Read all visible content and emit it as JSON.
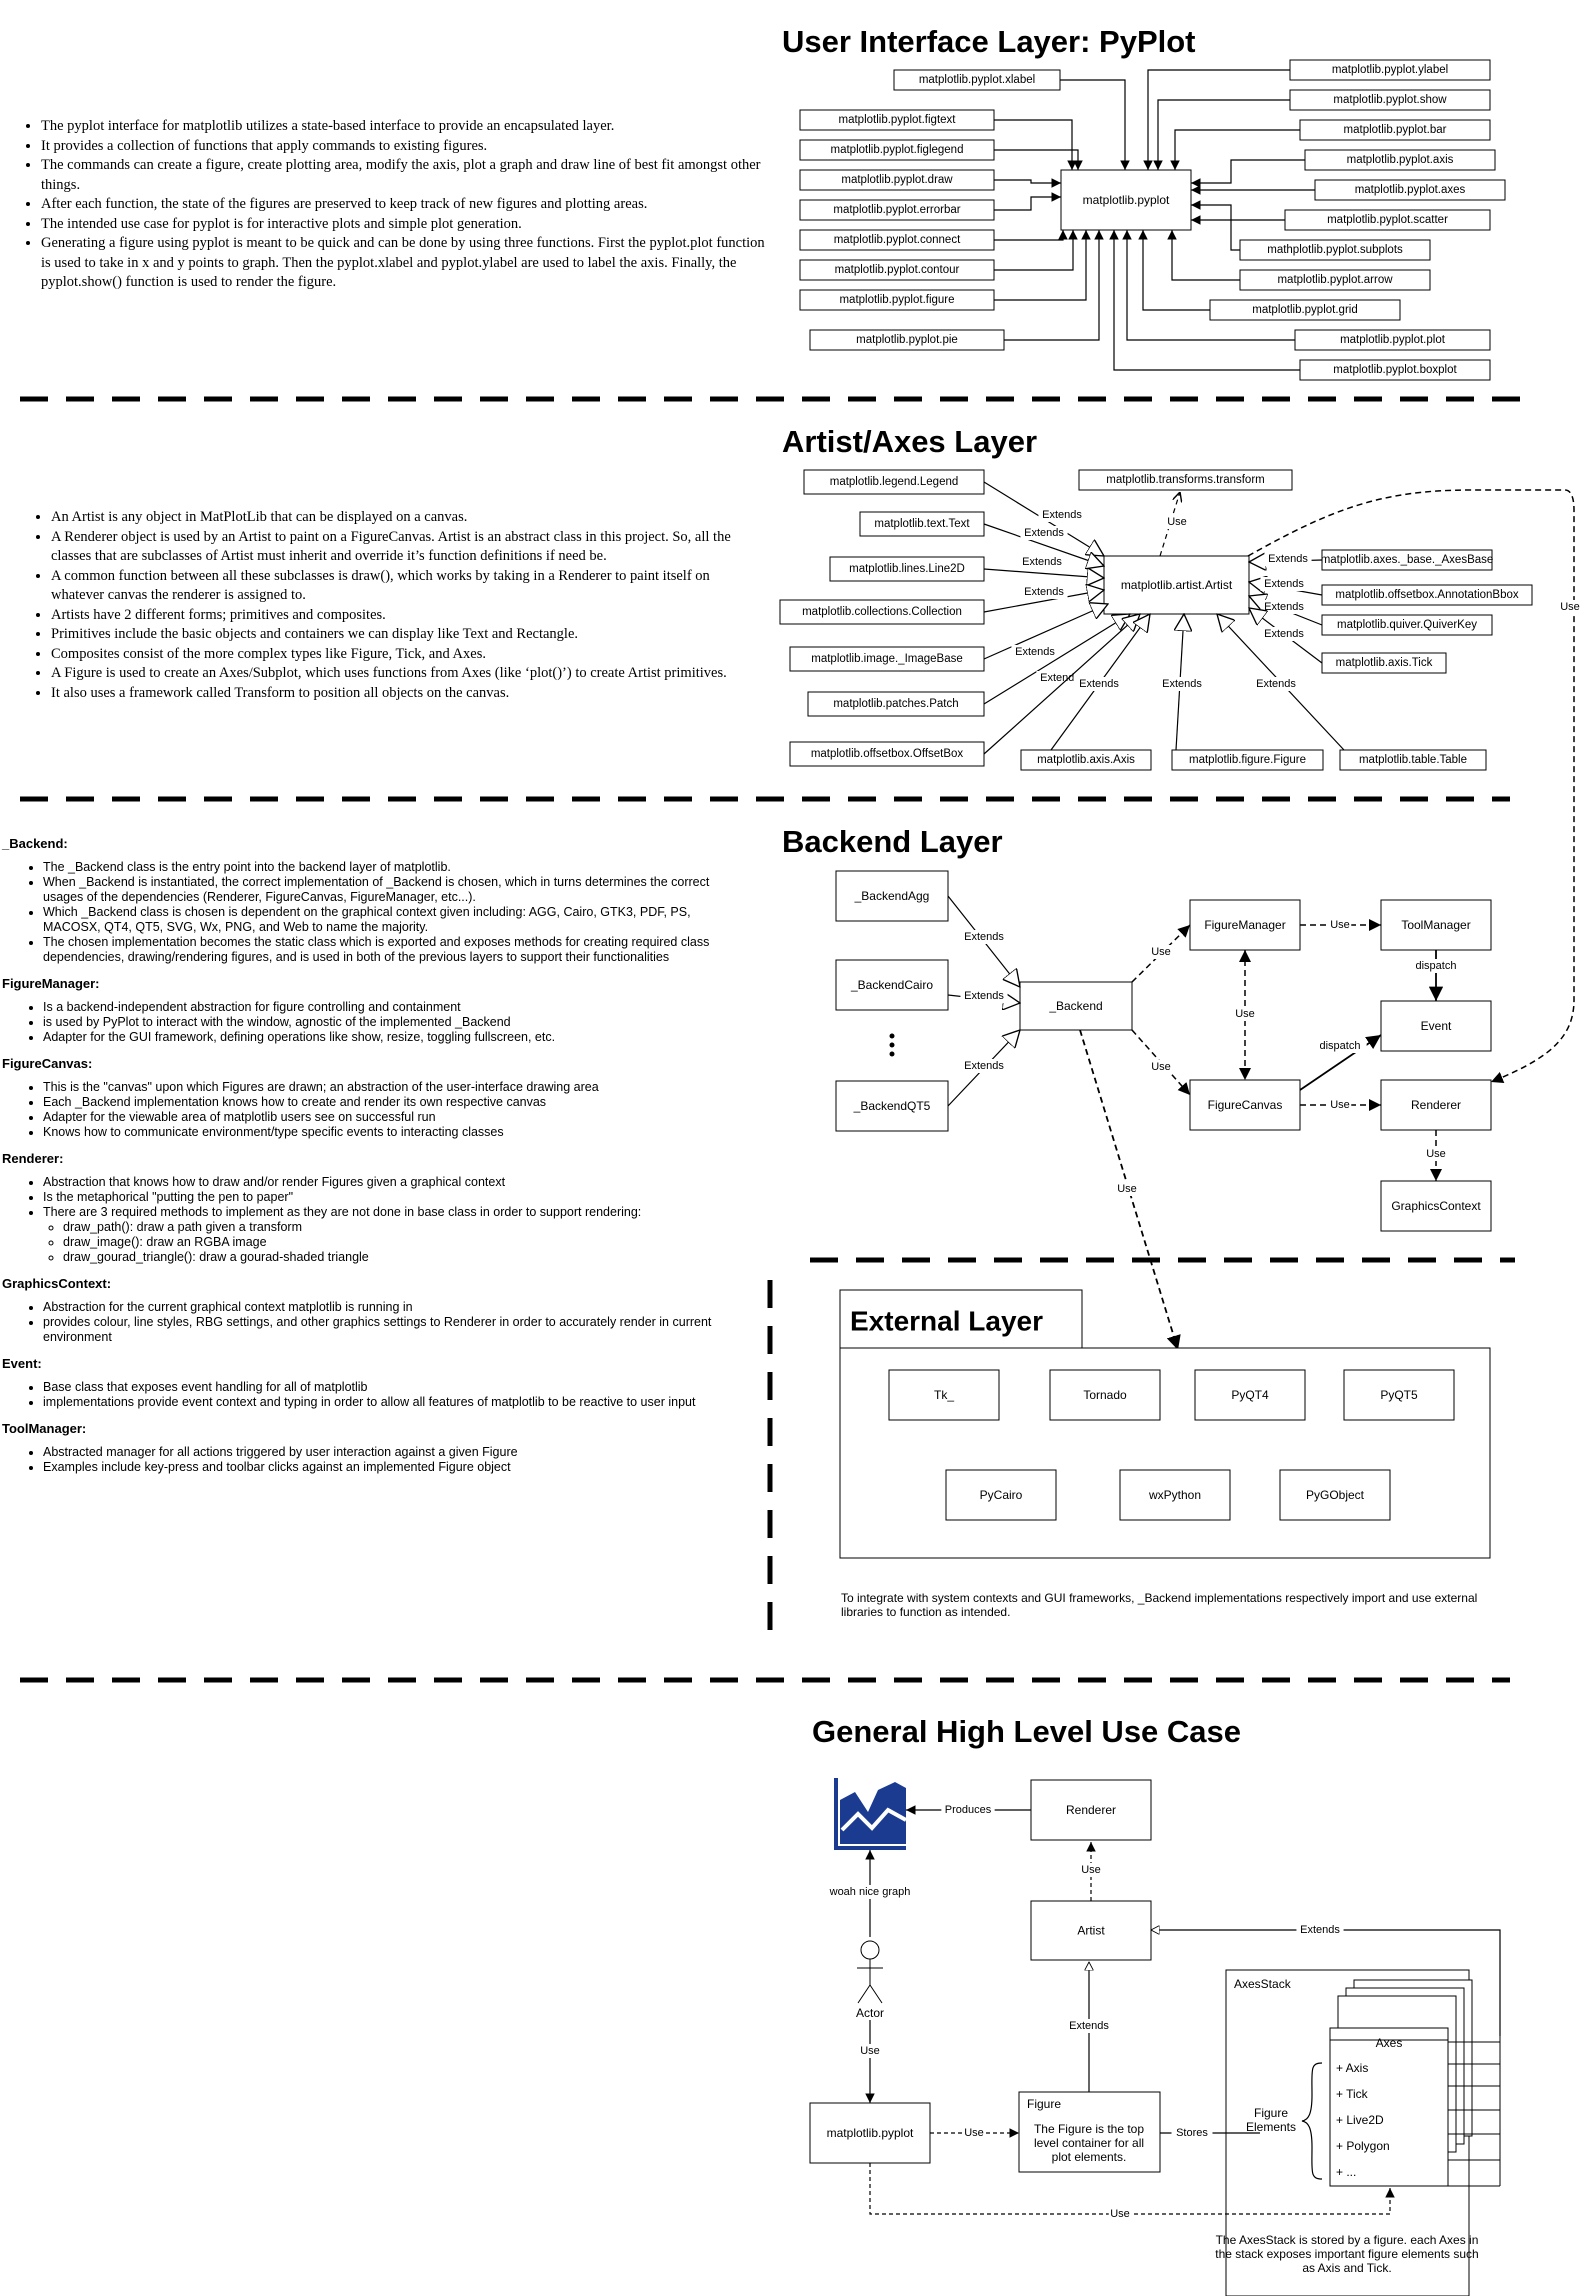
{
  "pyplot_layer": {
    "title": "User Interface Layer: PyPlot",
    "bullets": [
      "The pyplot interface for matplotlib utilizes a state-based interface to provide an encapsulated layer.",
      "It provides a collection of functions that apply commands to existing figures.",
      "The commands can create a figure, create plotting area, modify the axis, plot a graph and draw line of best fit amongst other things.",
      "After each function, the state of the figures are preserved to keep track of new figures and plotting areas.",
      "The intended use case for pyplot is for interactive plots and simple plot generation.",
      "Generating a figure using pyplot is meant to be quick and can be done by using three functions. First the pyplot.plot function is used to take in x and y points to graph. Then the pyplot.xlabel and pyplot.ylabel are used to label the axis. Finally, the pyplot.show() function is used to render the figure."
    ],
    "center": "matplotlib.pyplot",
    "left_boxes": [
      "matplotlib.pyplot.xlabel",
      "matplotlib.pyplot.figtext",
      "matplotlib.pyplot.figlegend",
      "matplotlib.pyplot.draw",
      "matplotlib.pyplot.errorbar",
      "matplotlib.pyplot.connect",
      "matplotlib.pyplot.contour",
      "matplotlib.pyplot.figure",
      "matplotlib.pyplot.pie"
    ],
    "right_boxes": [
      "matplotlib.pyplot.ylabel",
      "matplotlib.pyplot.show",
      "matplotlib.pyplot.bar",
      "matplotlib.pyplot.axis",
      "matplotlib.pyplot.axes",
      "matplotlib.pyplot.scatter",
      "mathplotlib.pyplot.subplots",
      "matplotlib.pyplot.arrow",
      "matplotlib.pyplot.grid",
      "matplotlib.pyplot.plot",
      "matplotlib.pyplot.boxplot"
    ]
  },
  "artist_layer": {
    "title": "Artist/Axes Layer",
    "bullets": [
      "An Artist is any object in MatPlotLib that can be displayed on a canvas.",
      "A Renderer object is used by an Artist to paint on a FigureCanvas. Artist is an abstract class in this project. So, all the classes that are subclasses of Artist must inherit and override it’s function definitions if need be.",
      "A common function between all these subclasses is draw(), which works by taking in a Renderer to paint itself on whatever canvas the renderer is assigned to.",
      "Artists have 2 different forms; primitives and composites.",
      "Primitives include the basic objects and containers we can display like Text and Rectangle.",
      "Composites consist of the more complex types like Figure, Tick, and Axes.",
      "A Figure is used to create an Axes/Subplot, which uses functions from Axes (like ‘plot()’) to create Artist primitives.",
      "It also uses a framework called Transform to position all objects on the canvas."
    ],
    "center": "matplotlib.artist.Artist",
    "transform": "matplotlib.transforms.transform",
    "left_boxes": [
      "matplotlib.legend.Legend",
      "matplotlib.text.Text",
      "matplotlib.lines.Line2D",
      "matplotlib.collections.Collection",
      "matplotlib.image._ImageBase",
      "matplotlib.patches.Patch",
      "matplotlib.offsetbox.OffsetBox"
    ],
    "bottom_boxes": [
      "matplotlib.axis.Axis",
      "matplotlib.figure.Figure",
      "matplotlib.table.Table"
    ],
    "right_boxes": [
      "matplotlib.axes._base._AxesBase",
      "matplotlib.offsetbox.AnnotationBbox",
      "matplotlib.quiver.QuiverKey",
      "matplotlib.axis.Tick"
    ],
    "extends_label": "Extends",
    "use_label": "Use"
  },
  "backend_layer": {
    "title": "Backend Layer",
    "sections": [
      {
        "heading": "_Backend:",
        "items": [
          "The _Backend class is the entry point into the backend layer of matplotlib.",
          "When _Backend is instantiated, the correct implementation of _Backend is chosen, which in turns determines the correct usages of the dependencies (Renderer, FigureCanvas, FigureManager, etc...).",
          "Which _Backend class is chosen is dependent on the graphical context given including: AGG, Cairo, GTK3, PDF, PS, MACOSX, QT4, QT5, SVG, Wx, PNG, and Web to name the majority.",
          "The chosen implementation becomes the static class which is exported and exposes methods for creating required class dependencies, drawing/rendering figures, and is used in both of the previous layers to support their functionalities"
        ]
      },
      {
        "heading": "FigureManager:",
        "items": [
          "Is a backend-independent abstraction for figure controlling and containment",
          "is used by PyPlot to interact with the window, agnostic of the implemented _Backend",
          "Adapter for the GUI framework, defining operations like show, resize, toggling fullscreen, etc."
        ]
      },
      {
        "heading": "FigureCanvas:",
        "items": [
          "This is the \"canvas\" upon which Figures are drawn; an abstraction of the user-interface drawing area",
          "Each _Backend implementation knows how to create and render its own respective canvas",
          "Adapter for the viewable area of matplotlib users see on successful run",
          "Knows how to communicate environment/type specific events to interacting classes"
        ]
      },
      {
        "heading": "Renderer:",
        "items": [
          "Abstraction that knows how to draw and/or render Figures given a graphical context",
          "Is the metaphorical \"putting the pen to paper\"",
          "There are 3 required methods to implement as they are not done in base class in order to support rendering:"
        ],
        "subitems": [
          "draw_path(): draw a path given a transform",
          "draw_image(): draw an RGBA image",
          "draw_gourad_triangle(): draw a gourad-shaded triangle"
        ]
      },
      {
        "heading": "GraphicsContext:",
        "items": [
          "Abstraction for the current graphical context matplotlib is running in",
          "provides colour, line styles, RBG settings, and other graphics settings to Renderer in order to accurately render in current environment"
        ]
      },
      {
        "heading": "Event:",
        "items": [
          "Base class that exposes event handling for all of matplotlib",
          "implementations provide event context and typing in order to allow all features of matplotlib to be reactive to user input"
        ]
      },
      {
        "heading": "ToolManager:",
        "items": [
          "Abstracted manager for all actions triggered by user interaction against a given Figure",
          "Examples include key-press and toolbar clicks against an implemented Figure object"
        ]
      }
    ],
    "nodes": {
      "agg": "_BackendAgg",
      "cairo": "_BackendCairo",
      "qt5": "_BackendQT5",
      "backend": "_Backend",
      "figure_manager": "FigureManager",
      "tool_manager": "ToolManager",
      "event": "Event",
      "figure_canvas": "FigureCanvas",
      "renderer": "Renderer",
      "graphics_context": "GraphicsContext"
    },
    "labels": {
      "extends": "Extends",
      "use": "Use",
      "dispatch": "dispatch"
    }
  },
  "external_layer": {
    "title": "External Layer",
    "libraries": [
      "Tk_",
      "Tornado",
      "PyQT4",
      "PyQT5",
      "PyCairo",
      "wxPython",
      "PyGObject"
    ],
    "note": "To integrate with system contexts and GUI frameworks, _Backend implementations respectively import and use external libraries to function as intended."
  },
  "use_case": {
    "title": "General High Level Use Case",
    "renderer": "Renderer",
    "artist": "Artist",
    "pyplot": "matplotlib.pyplot",
    "figure_title": "Figure",
    "figure_desc": "The Figure is the top level container for all plot elements.",
    "axes_stack": "AxesStack",
    "axes": "Axes",
    "axes_items": [
      "+ Axis",
      "+ Tick",
      "+ Live2D",
      "+ Polygon",
      "+ ..."
    ],
    "figure_elements": "Figure Elements",
    "actor": "Actor",
    "graph_note": "woah nice graph",
    "axes_note": "The AxesStack is stored by a figure. each Axes in the stack exposes important figure elements such as Axis and Tick.",
    "labels": {
      "produces": "Produces",
      "use": "Use",
      "extends": "Extends",
      "stores": "Stores"
    }
  }
}
